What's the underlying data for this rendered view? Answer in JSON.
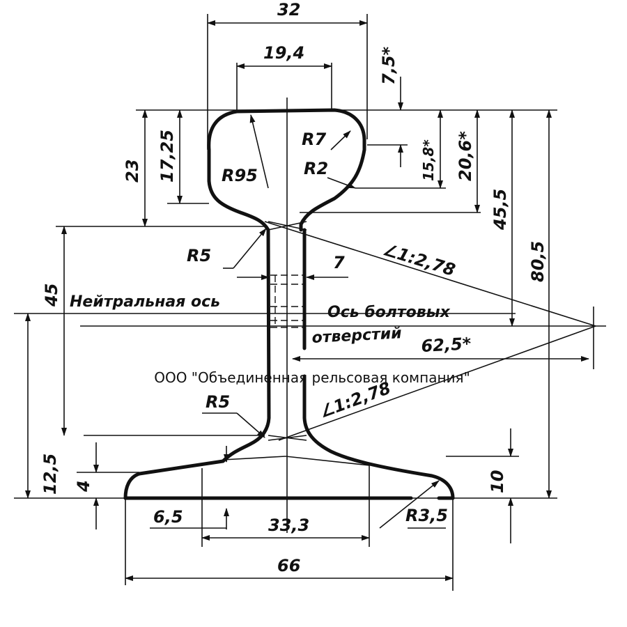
{
  "labels": {
    "head_width": "32",
    "head_top_width": "19,4",
    "dim_7_5": "7,5*",
    "dim_15_8": "15,8*",
    "dim_20_6": "20,6*",
    "dim_45_5": "45,5",
    "dim_80_5": "80,5",
    "dim_23": "23",
    "dim_17_25": "17,25",
    "r7": "R7",
    "r95": "R95",
    "r2": "R2",
    "r5_top": "R5",
    "web_width": "7",
    "slope_top": "∠1:2,78",
    "dim_45": "45",
    "neutral_axis": "Нейтральная ось",
    "bolt_axis_1": "Ось болтовых",
    "bolt_axis_2": "отверстий",
    "dim_62_5": "62,5*",
    "slope_bottom": "∠1:2,78",
    "r5_bottom": "R5",
    "dim_12_5": "12,5",
    "dim_4": "4",
    "dim_10": "10",
    "dim_6_5": "6,5",
    "dim_33_3": "33,3",
    "r3_5": "R3,5",
    "base_width": "66"
  },
  "watermark": "ООО \"Объединенная рельсовая компания\""
}
